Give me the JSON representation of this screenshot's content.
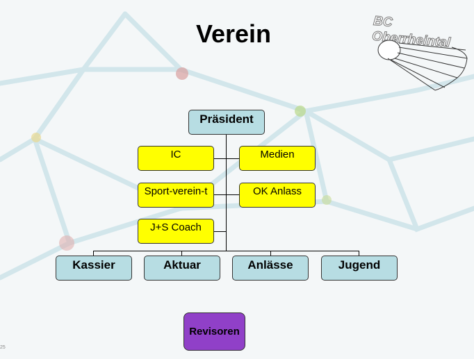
{
  "slide": {
    "title": "Verein",
    "page_number": "25"
  },
  "logo": {
    "text": "BC Oberrheintal"
  },
  "org_chart": {
    "top": "Präsident",
    "staff_left": [
      "IC",
      "Sport-verein-t",
      "J+S Coach"
    ],
    "staff_right": [
      "Medien",
      "OK Anlass"
    ],
    "departments": [
      "Kassier",
      "Aktuar",
      "Anlässe",
      "Jugend"
    ],
    "separate": "Revisoren"
  },
  "colors": {
    "top_box": "#b7dde3",
    "staff_box": "#ffff00",
    "audit_box": "#9040c8"
  }
}
